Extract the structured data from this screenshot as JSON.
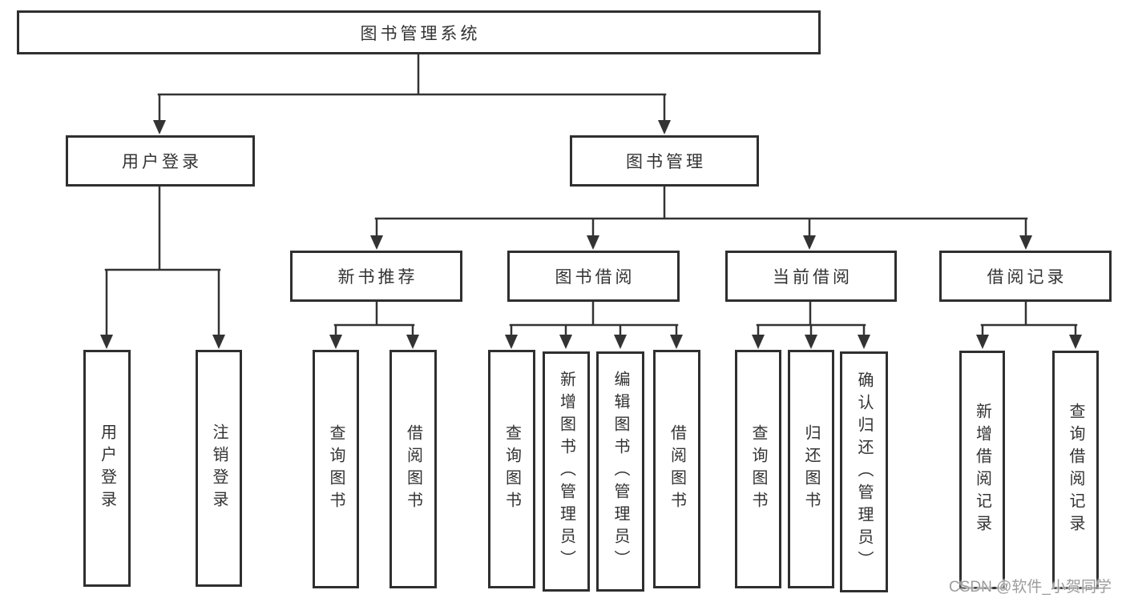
{
  "diagram": {
    "tree": {
      "label": "图书管理系统",
      "children": [
        {
          "label": "用户登录",
          "children": [
            {
              "label": "用户登录"
            },
            {
              "label": "注销登录"
            }
          ]
        },
        {
          "label": "图书管理",
          "children": [
            {
              "label": "新书推荐",
              "children": [
                {
                  "label": "查询图书"
                },
                {
                  "label": "借阅图书"
                }
              ]
            },
            {
              "label": "图书借阅",
              "children": [
                {
                  "label": "查询图书"
                },
                {
                  "label": "新增图书（管理员）"
                },
                {
                  "label": "编辑图书（管理员）"
                },
                {
                  "label": "借阅图书"
                }
              ]
            },
            {
              "label": "当前借阅",
              "children": [
                {
                  "label": "查询图书"
                },
                {
                  "label": "归还图书"
                },
                {
                  "label": "确认归还（管理员）"
                }
              ]
            },
            {
              "label": "借阅记录",
              "children": [
                {
                  "label": "新增借阅记录"
                },
                {
                  "label": "查询借阅记录"
                }
              ]
            }
          ]
        }
      ]
    }
  },
  "watermark": {
    "text": "CSDN @软件_小贺同学"
  },
  "colors": {
    "line": "#333333",
    "box_border": "#2f2f2f",
    "box_fill": "#ffffff",
    "text": "#333333",
    "watermark": "#9c9c9c",
    "background": "#ffffff"
  }
}
